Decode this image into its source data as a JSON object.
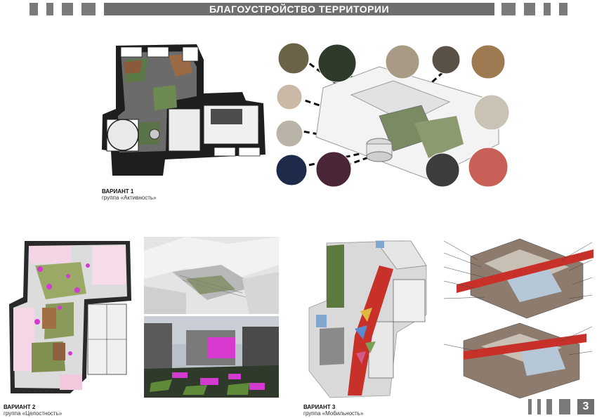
{
  "header": {
    "title": "БЛАГОУСТРОЙСТВО ТЕРРИТОРИИ"
  },
  "variants": [
    {
      "title": "ВАРИАНТ 1",
      "subtitle": "группа «Активность»"
    },
    {
      "title": "ВАРИАНТ 2",
      "subtitle": "группа «Целостность»"
    },
    {
      "title": "ВАРИАНТ 3",
      "subtitle": "группа «Мобильность»"
    }
  ],
  "page_number": "3",
  "colors": {
    "header_bar": "#6f6f6f",
    "accent_red": "#c8302a",
    "accent_magenta": "#d23ad0",
    "building_dark": "#1b1b1b",
    "paving_gray": "#8a8a8a"
  }
}
